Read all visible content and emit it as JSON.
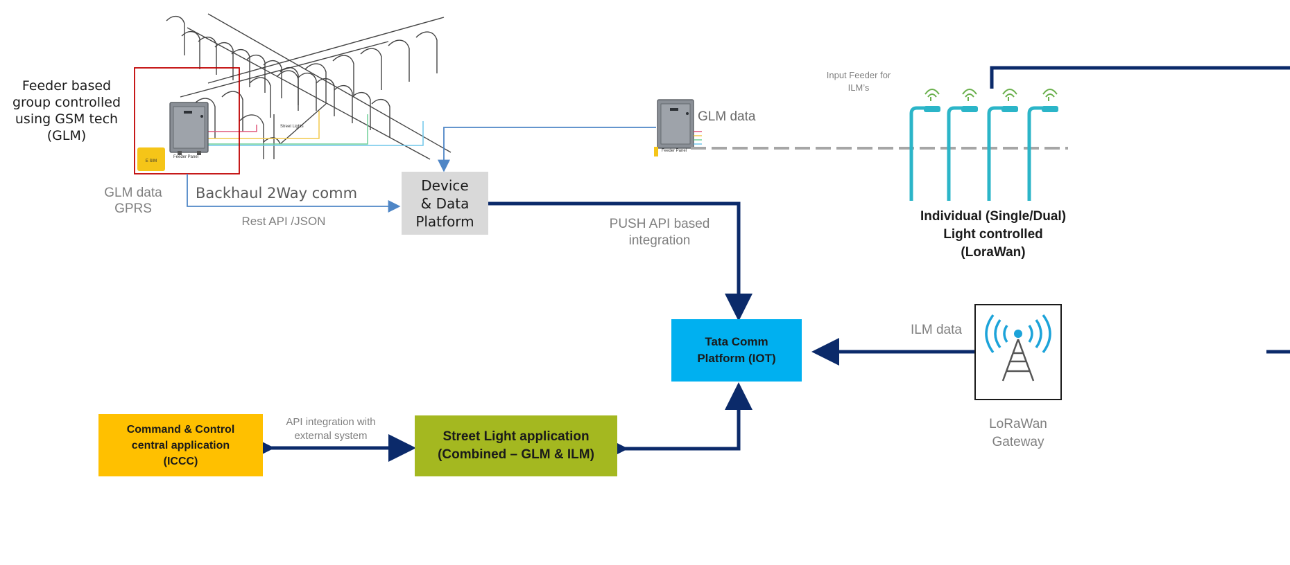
{
  "labels": {
    "feeder_group": [
      "Feeder based",
      "group controlled",
      "using GSM tech",
      "(GLM)"
    ],
    "glm_gprs": [
      "GLM data",
      "GPRS"
    ],
    "backhaul": "Backhaul  2Way  comm",
    "rest_api": "Rest API /JSON",
    "glm_data_top": "GLM data",
    "input_feeder": [
      "Input Feeder for",
      "ILM’s"
    ],
    "push_api": [
      "PUSH API based",
      "integration"
    ],
    "individual": [
      "Individual (Single/Dual)",
      "Light controlled",
      "(LoraWan)"
    ],
    "ilm_data": "ILM data",
    "lorawan_gateway": [
      "LoRaWan",
      "Gateway"
    ],
    "api_integration": [
      "API integration with",
      "external system"
    ],
    "street_lights_small": "Street Lights",
    "feeder_panel_small": "Feeder Panel",
    "esim": "E SIM"
  },
  "boxes": {
    "device_platform": [
      "Device",
      "& Data",
      "Platform"
    ],
    "tata": [
      "Tata Comm",
      "Platform (IOT)"
    ],
    "street_light_app": [
      "Street Light application",
      "(Combined – GLM & ILM)"
    ],
    "iccc": [
      "Command & Control",
      "central application",
      "(ICCC)"
    ]
  },
  "colors": {
    "navy": "#0b2a6a",
    "light_blue_line": "#4f86c6",
    "device_box": "#d9d9d9",
    "tata_box": "#00b0f0",
    "street_app_box": "#a4b820",
    "iccc_box": "#ffc000",
    "red_frame": "#c00000",
    "pole_teal": "#2bb5c8",
    "esim_yellow": "#f5c518"
  }
}
